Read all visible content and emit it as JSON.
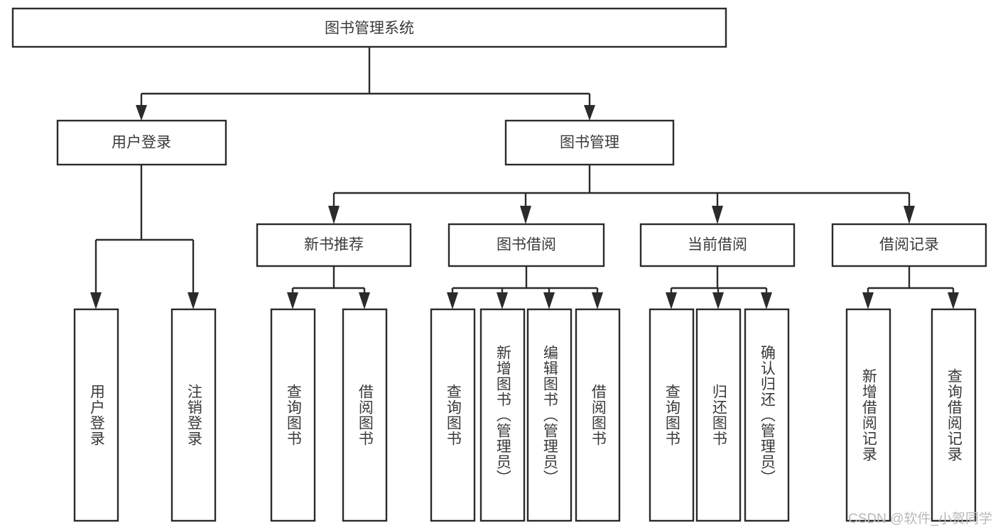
{
  "diagram": {
    "title": "图书管理系统",
    "type": "tree",
    "watermark": "CSDN @软件_小贺同学",
    "levels": {
      "root": {
        "label": "图书管理系统"
      },
      "level2": [
        {
          "id": "user-login",
          "label": "用户登录"
        },
        {
          "id": "book-management",
          "label": "图书管理"
        }
      ],
      "level3": [
        {
          "id": "new-book-recommend",
          "label": "新书推荐",
          "parent": "book-management"
        },
        {
          "id": "book-borrow",
          "label": "图书借阅",
          "parent": "book-management"
        },
        {
          "id": "current-borrow",
          "label": "当前借阅",
          "parent": "book-management"
        },
        {
          "id": "borrow-record",
          "label": "借阅记录",
          "parent": "book-management"
        }
      ],
      "leaves": [
        {
          "id": "leaf-user-login",
          "label": "用户登录",
          "parent": "user-login"
        },
        {
          "id": "leaf-logout-login",
          "label": "注销登录",
          "parent": "user-login"
        },
        {
          "id": "leaf-query-book-1",
          "label": "查询图书",
          "parent": "new-book-recommend"
        },
        {
          "id": "leaf-borrow-book-1",
          "label": "借阅图书",
          "parent": "new-book-recommend"
        },
        {
          "id": "leaf-query-book-2",
          "label": "查询图书",
          "parent": "book-borrow"
        },
        {
          "id": "leaf-add-book-admin",
          "label": "新增图书（管理员）",
          "parent": "book-borrow"
        },
        {
          "id": "leaf-edit-book-admin",
          "label": "编辑图书（管理员）",
          "parent": "book-borrow"
        },
        {
          "id": "leaf-borrow-book-2",
          "label": "借阅图书",
          "parent": "book-borrow"
        },
        {
          "id": "leaf-query-book-3",
          "label": "查询图书",
          "parent": "current-borrow"
        },
        {
          "id": "leaf-return-book",
          "label": "归还图书",
          "parent": "current-borrow"
        },
        {
          "id": "leaf-confirm-return-admin",
          "label": "确认归还（管理员）",
          "parent": "current-borrow"
        },
        {
          "id": "leaf-add-borrow-record",
          "label": "新增借阅记录",
          "parent": "borrow-record"
        },
        {
          "id": "leaf-query-borrow-record",
          "label": "查询借阅记录",
          "parent": "borrow-record"
        }
      ]
    },
    "colors": {
      "box_stroke": "#2b2b2b",
      "box_fill": "#ffffff",
      "text": "#3a3a3a",
      "watermark": "#b9b9b9",
      "background": "#ffffff"
    }
  }
}
